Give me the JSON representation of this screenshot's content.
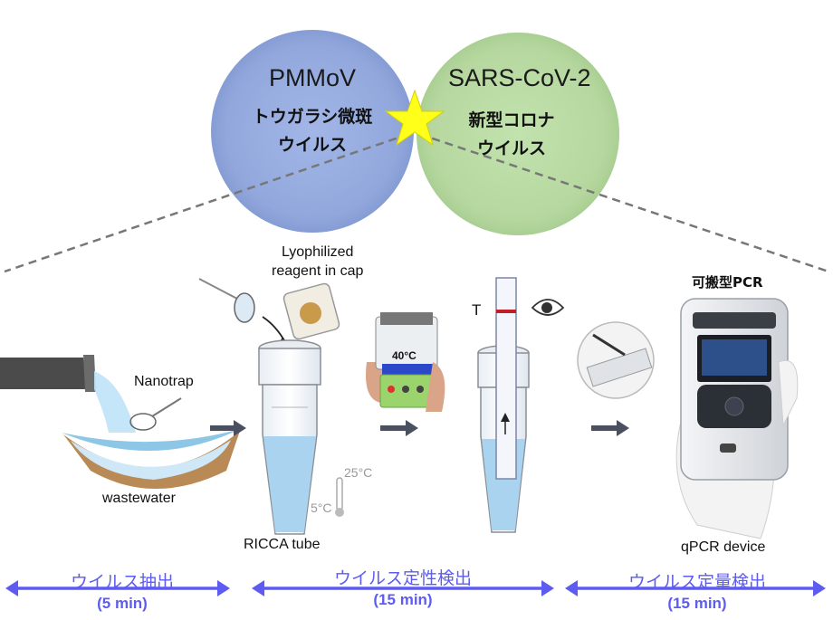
{
  "venn": {
    "left": {
      "title": "PMMoV",
      "subtitle_line1": "トウガラシ微斑",
      "subtitle_line2": "ウイルス",
      "color": "#8fa6dc"
    },
    "right": {
      "title": "SARS-CoV-2",
      "subtitle_line1": "新型コロナ",
      "subtitle_line2": "ウイルス",
      "color": "#a8d08d"
    },
    "star_color": "#ffff1a"
  },
  "labels": {
    "lyophilized": "Lyophilized\nreagent in cap",
    "nanotrap": "Nanotrap",
    "wastewater": "wastewater",
    "ricca_tube": "RICCA tube",
    "temp_high": "25°C",
    "temp_low": "5°C",
    "heater_temp": "40°C",
    "strip_mark": "T",
    "portable_pcr": "可搬型PCR",
    "qpcr_device": "qPCR device"
  },
  "steps": [
    {
      "title": "ウイルス抽出",
      "time": "(5 min)"
    },
    {
      "title": "ウイルス定性検出",
      "time": "(15 min)"
    },
    {
      "title": "ウイルス定量検出",
      "time": "(15 min)"
    }
  ],
  "colors": {
    "accent": "#5e5cf0",
    "arrow": "#4a5060",
    "liquid": "#a9d3ee"
  }
}
